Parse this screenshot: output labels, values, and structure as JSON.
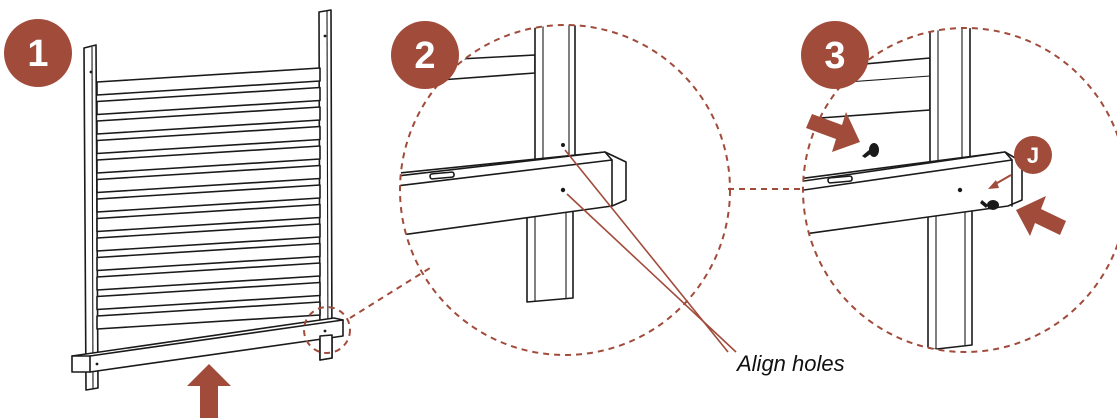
{
  "steps": [
    {
      "number": "1"
    },
    {
      "number": "2"
    },
    {
      "number": "3"
    }
  ],
  "callout": {
    "text": "Align holes"
  },
  "part_label": {
    "text": "J"
  },
  "colors": {
    "accent": "#a14b3b",
    "line": "#1a1a1a",
    "background": "#ffffff"
  }
}
